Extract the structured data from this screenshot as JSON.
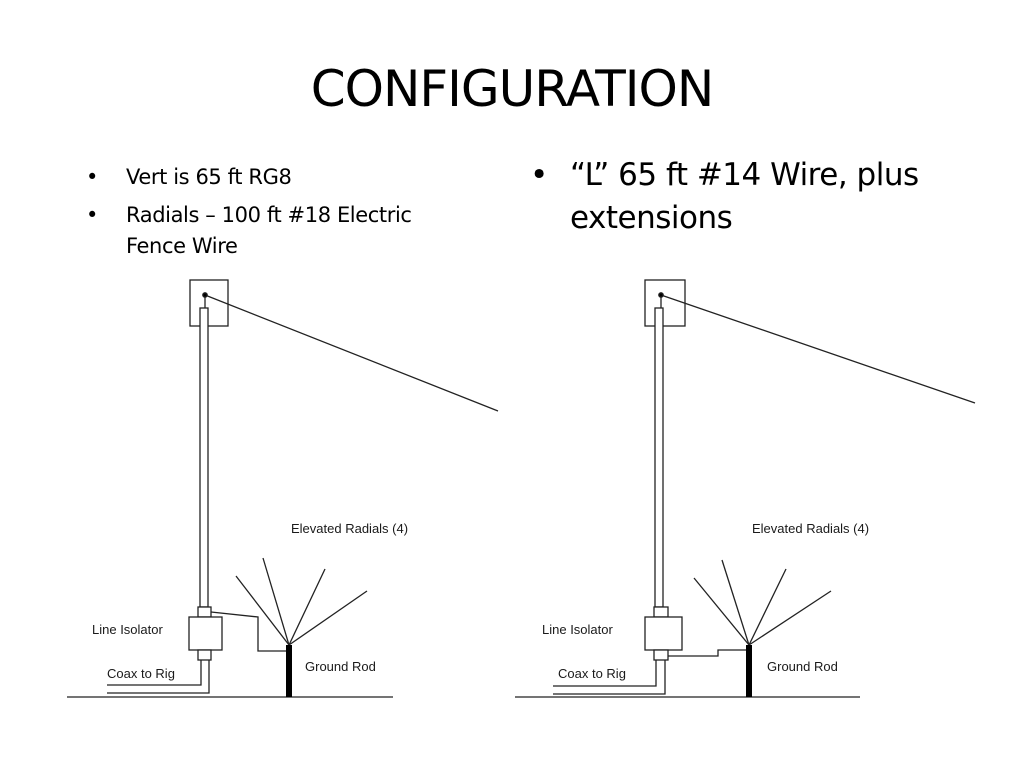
{
  "slide": {
    "title": "CONFIGURATION",
    "left_bullets": [
      {
        "bullet": "•",
        "text": "Vert is 65 ft RG8"
      },
      {
        "bullet": "•",
        "text": "Radials – 100 ft #18 Electric Fence Wire"
      }
    ],
    "right_bullets": [
      {
        "bullet": "•",
        "text": "“L” 65 ft #14 Wire, plus extensions"
      }
    ]
  },
  "diagrams": {
    "left": {
      "labels": {
        "elevated_radials": "Elevated Radials (4)",
        "line_isolator": "Line Isolator",
        "coax_to_rig": "Coax to Rig",
        "ground_rod": "Ground Rod"
      }
    },
    "right": {
      "labels": {
        "elevated_radials": "Elevated Radials (4)",
        "line_isolator": "Line Isolator",
        "coax_to_rig": "Coax to Rig",
        "ground_rod": "Ground Rod"
      }
    }
  }
}
